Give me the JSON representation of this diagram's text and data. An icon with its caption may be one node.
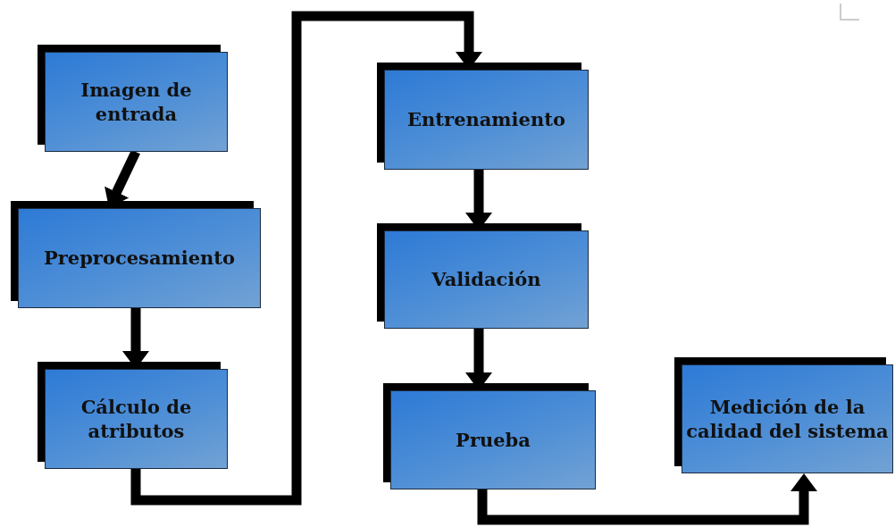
{
  "diagram": {
    "nodes": [
      {
        "text": [
          "Imagen de entrada"
        ]
      },
      {
        "text": [
          "Preprocesamiento"
        ]
      },
      {
        "text": [
          "Cálculo de atributos"
        ]
      },
      {
        "text": [
          "Entrenamiento"
        ]
      },
      {
        "text": [
          "Validación"
        ]
      },
      {
        "text": [
          "Prueba"
        ]
      },
      {
        "text": [
          "Medición de la calidad del sistema"
        ]
      }
    ],
    "edges": [
      {
        "from": 0,
        "to": 1,
        "arrow": "to"
      },
      {
        "from": 1,
        "to": 2,
        "arrow": "to"
      },
      {
        "from": 2,
        "to": 3,
        "arrow": "to"
      },
      {
        "from": 3,
        "to": 4,
        "arrow": "to"
      },
      {
        "from": 4,
        "to": 5,
        "arrow": "to"
      },
      {
        "from": 5,
        "to": 6,
        "arrow": "to"
      }
    ]
  }
}
